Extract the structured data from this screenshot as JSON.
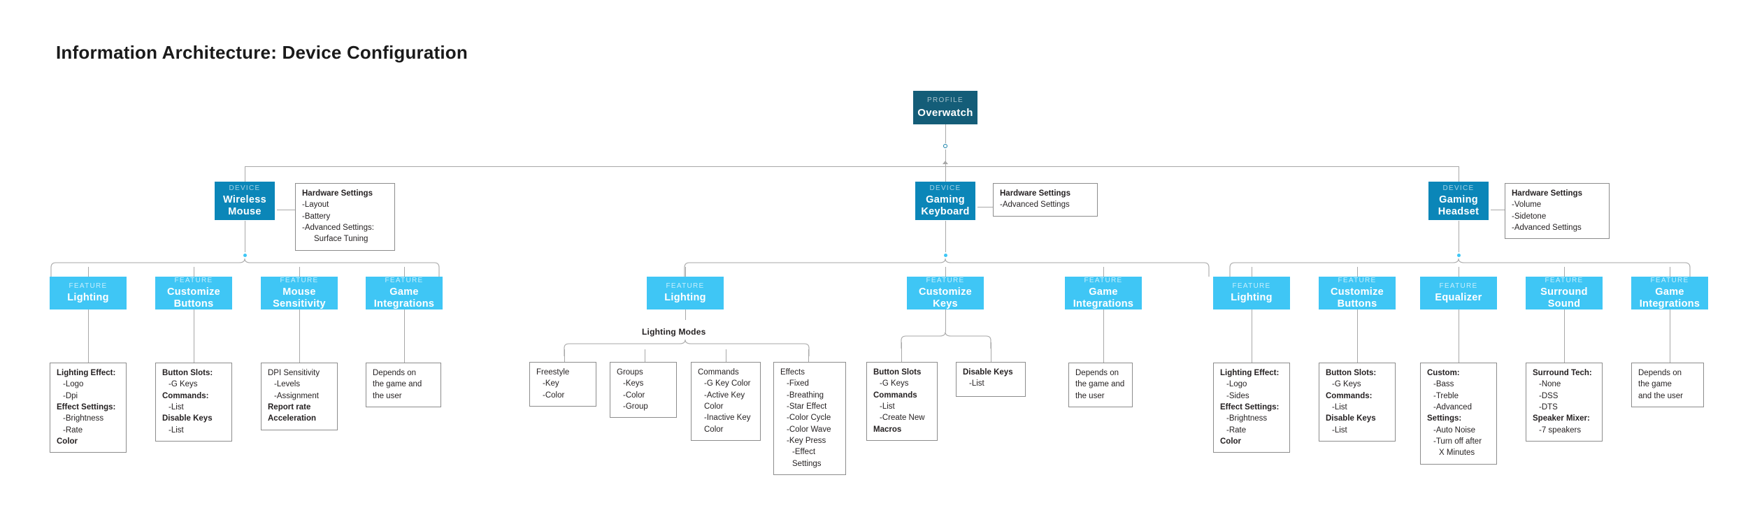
{
  "page": {
    "title": "Information Architecture: Device Configuration"
  },
  "colors": {
    "profile": "#145D78",
    "device": "#0B86B8",
    "feature": "#3FC6F5",
    "connector": "#a8a8a8",
    "box_border": "#8c8c8c",
    "text": "#231f20"
  },
  "profile": {
    "kicker": "PROFILE",
    "label": "Overwatch"
  },
  "devices": [
    {
      "kicker": "DEVICE",
      "label": "Wireless Mouse",
      "hardware": {
        "title": "Hardware Settings",
        "items": [
          "-Layout",
          "-Battery",
          "-Advanced Settings:",
          "Surface Tuning"
        ]
      }
    },
    {
      "kicker": "DEVICE",
      "label": "Gaming Keyboard",
      "hardware": {
        "title": "Hardware Settings",
        "items": [
          "-Advanced Settings"
        ]
      }
    },
    {
      "kicker": "DEVICE",
      "label": "Gaming Headset",
      "hardware": {
        "title": "Hardware Settings",
        "items": [
          "-Volume",
          "-Sidetone",
          "-Advanced Settings"
        ]
      }
    }
  ],
  "mouse_features": [
    {
      "kicker": "FEATURE",
      "label": "Lighting"
    },
    {
      "kicker": "FEATURE",
      "label": "Customize Buttons"
    },
    {
      "kicker": "FEATURE",
      "label": "Mouse Sensitivity"
    },
    {
      "kicker": "FEATURE",
      "label": "Game Integrations"
    }
  ],
  "mouse_details": {
    "lighting": [
      {
        "t": "Lighting Effect:",
        "bold": true
      },
      {
        "t": "-Logo",
        "bold": false,
        "indent": 1
      },
      {
        "t": "-Dpi",
        "bold": false,
        "indent": 1
      },
      {
        "t": "Effect Settings:",
        "bold": true
      },
      {
        "t": "-Brightness",
        "bold": false,
        "indent": 1
      },
      {
        "t": "-Rate",
        "bold": false,
        "indent": 1
      },
      {
        "t": "Color",
        "bold": true
      }
    ],
    "customize_buttons": [
      {
        "t": "Button Slots:",
        "bold": true
      },
      {
        "t": "-G Keys",
        "bold": false,
        "indent": 1
      },
      {
        "t": "Commands:",
        "bold": true
      },
      {
        "t": "-List",
        "bold": false,
        "indent": 1
      },
      {
        "t": "Disable Keys",
        "bold": true
      },
      {
        "t": "-List",
        "bold": false,
        "indent": 1
      }
    ],
    "sensitivity": [
      {
        "t": "DPI Sensitivity",
        "bold": false
      },
      {
        "t": "-Levels",
        "bold": false,
        "indent": 1
      },
      {
        "t": "-Assignment",
        "bold": false,
        "indent": 1
      },
      {
        "t": "Report rate",
        "bold": true
      },
      {
        "t": "Acceleration",
        "bold": true
      }
    ],
    "game_integrations": [
      {
        "t": "Depends on",
        "bold": false
      },
      {
        "t": "the game and",
        "bold": false
      },
      {
        "t": "the user",
        "bold": false
      }
    ]
  },
  "keyboard_features": [
    {
      "kicker": "FEATURE",
      "label": "Lighting"
    },
    {
      "kicker": "FEATURE",
      "label": "Customize Keys"
    },
    {
      "kicker": "FEATURE",
      "label": "Game Integrations"
    }
  ],
  "keyboard_lighting_modes_label": "Lighting Modes",
  "keyboard_details": {
    "freestyle": [
      {
        "t": "Freestyle",
        "bold": false
      },
      {
        "t": "-Key",
        "bold": false,
        "indent": 1
      },
      {
        "t": "-Color",
        "bold": false,
        "indent": 1
      }
    ],
    "groups": [
      {
        "t": "Groups",
        "bold": false
      },
      {
        "t": "-Keys",
        "bold": false,
        "indent": 1
      },
      {
        "t": "-Color",
        "bold": false,
        "indent": 1
      },
      {
        "t": "-Group",
        "bold": false,
        "indent": 1
      }
    ],
    "commands": [
      {
        "t": "Commands",
        "bold": false
      },
      {
        "t": "-G Key Color",
        "bold": false,
        "indent": 1
      },
      {
        "t": "-Active Key",
        "bold": false,
        "indent": 1
      },
      {
        "t": "Color",
        "bold": false,
        "indent": 1
      },
      {
        "t": "-Inactive Key",
        "bold": false,
        "indent": 1
      },
      {
        "t": "Color",
        "bold": false,
        "indent": 1
      }
    ],
    "effects": [
      {
        "t": "Effects",
        "bold": false
      },
      {
        "t": "-Fixed",
        "bold": false,
        "indent": 1
      },
      {
        "t": "-Breathing",
        "bold": false,
        "indent": 1
      },
      {
        "t": "-Star Effect",
        "bold": false,
        "indent": 1
      },
      {
        "t": "-Color Cycle",
        "bold": false,
        "indent": 1
      },
      {
        "t": "-Color Wave",
        "bold": false,
        "indent": 1
      },
      {
        "t": "-Key Press",
        "bold": false,
        "indent": 1
      },
      {
        "t": "-Effect Settings",
        "bold": false,
        "indent": 2
      }
    ],
    "button_slots": [
      {
        "t": "Button Slots",
        "bold": true
      },
      {
        "t": "-G Keys",
        "bold": false,
        "indent": 1
      },
      {
        "t": "Commands",
        "bold": true
      },
      {
        "t": "-List",
        "bold": false,
        "indent": 1
      },
      {
        "t": "-Create New",
        "bold": false,
        "indent": 1
      },
      {
        "t": "Macros",
        "bold": true
      }
    ],
    "disable_keys": [
      {
        "t": "Disable Keys",
        "bold": true
      },
      {
        "t": "-List",
        "bold": false,
        "indent": 1
      }
    ],
    "game_integrations": [
      {
        "t": "Depends on",
        "bold": false
      },
      {
        "t": "the game and",
        "bold": false
      },
      {
        "t": "the user",
        "bold": false
      }
    ]
  },
  "headset_features": [
    {
      "kicker": "FEATURE",
      "label": "Lighting"
    },
    {
      "kicker": "FEATURE",
      "label": "Customize Buttons"
    },
    {
      "kicker": "FEATURE",
      "label": "Equalizer"
    },
    {
      "kicker": "FEATURE",
      "label": "Surround Sound"
    },
    {
      "kicker": "FEATURE",
      "label": "Game Integrations"
    }
  ],
  "headset_details": {
    "lighting": [
      {
        "t": "Lighting Effect:",
        "bold": true
      },
      {
        "t": "-Logo",
        "bold": false,
        "indent": 1
      },
      {
        "t": "-Sides",
        "bold": false,
        "indent": 1
      },
      {
        "t": "Effect Settings:",
        "bold": true
      },
      {
        "t": "-Brightness",
        "bold": false,
        "indent": 1
      },
      {
        "t": "-Rate",
        "bold": false,
        "indent": 1
      },
      {
        "t": "Color",
        "bold": true
      }
    ],
    "customize_buttons": [
      {
        "t": "Button Slots:",
        "bold": true
      },
      {
        "t": "-G Keys",
        "bold": false,
        "indent": 1
      },
      {
        "t": "Commands:",
        "bold": true
      },
      {
        "t": "-List",
        "bold": false,
        "indent": 1
      },
      {
        "t": "Disable Keys",
        "bold": true
      },
      {
        "t": "-List",
        "bold": false,
        "indent": 1
      }
    ],
    "equalizer": [
      {
        "t": "Custom:",
        "bold": true
      },
      {
        "t": "-Bass",
        "bold": false,
        "indent": 1
      },
      {
        "t": "-Treble",
        "bold": false,
        "indent": 1
      },
      {
        "t": "-Advanced",
        "bold": false,
        "indent": 1
      },
      {
        "t": "Settings:",
        "bold": true
      },
      {
        "t": "-Auto Noise",
        "bold": false,
        "indent": 1
      },
      {
        "t": "-Turn off after",
        "bold": false,
        "indent": 1
      },
      {
        "t": "X Minutes",
        "bold": false,
        "indent": 2
      }
    ],
    "surround_sound": [
      {
        "t": "Surround Tech:",
        "bold": true
      },
      {
        "t": "-None",
        "bold": false,
        "indent": 1
      },
      {
        "t": "-DSS",
        "bold": false,
        "indent": 1
      },
      {
        "t": "-DTS",
        "bold": false,
        "indent": 1
      },
      {
        "t": "Speaker Mixer:",
        "bold": true
      },
      {
        "t": "-7 speakers",
        "bold": false,
        "indent": 1
      }
    ],
    "game_integrations": [
      {
        "t": "Depends on",
        "bold": false
      },
      {
        "t": "the game",
        "bold": false
      },
      {
        "t": "and the user",
        "bold": false
      }
    ]
  }
}
